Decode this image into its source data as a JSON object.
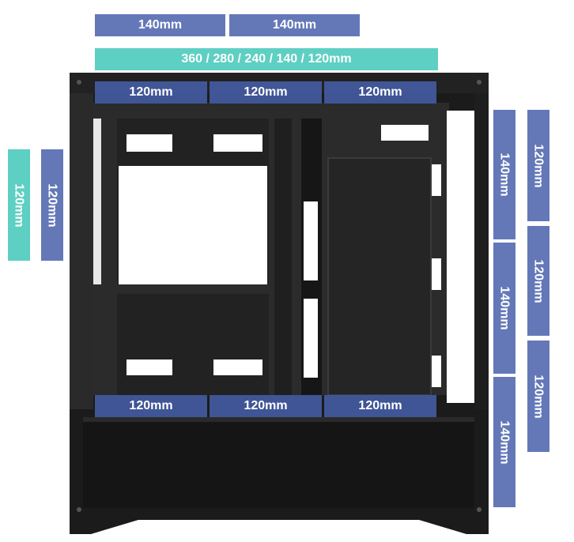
{
  "colors": {
    "label_blue": "#6478b8",
    "label_teal": "#5ecfc3",
    "case_black": "#1b1b1b"
  },
  "top_labels": [
    "140mm",
    "140mm"
  ],
  "radiator_label": "360 / 280 / 240 / 140 / 120mm",
  "top_inner_labels": [
    "120mm",
    "120mm",
    "120mm"
  ],
  "bottom_labels": [
    "120mm",
    "120mm",
    "120mm"
  ],
  "rear_labels": [
    "120mm",
    "120mm"
  ],
  "front_140_labels": [
    "140mm",
    "140mm",
    "140mm"
  ],
  "front_120_labels": [
    "120mm",
    "120mm",
    "120mm"
  ]
}
